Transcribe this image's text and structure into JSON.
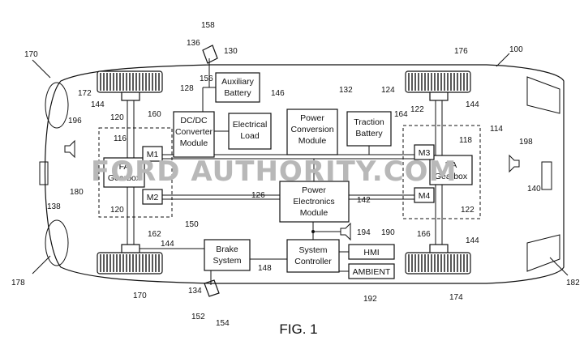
{
  "figure_label": "FIG. 1",
  "watermark": "FORD AUTHORITY.COM",
  "blocks": {
    "aux_battery": [
      "Auxiliary",
      "Battery"
    ],
    "dcdc": [
      "DC/DC",
      "Converter",
      "Module"
    ],
    "electrical_load": [
      "Electrical",
      "Load"
    ],
    "power_conversion": [
      "Power",
      "Conversion",
      "Module"
    ],
    "traction_battery": [
      "Traction",
      "Battery"
    ],
    "pem": [
      "Power",
      "Electronics",
      "Module"
    ],
    "brake": [
      "Brake",
      "System"
    ],
    "system_controller": [
      "System",
      "Controller"
    ],
    "hmi": "HMI",
    "ambient": "AMBIENT",
    "m1": "M1",
    "m2": "M2",
    "m3": "M3",
    "m4": "M4",
    "fa_gearbox": [
      "FA",
      "Gearbox"
    ],
    "ra_gearbox": [
      "RA",
      "Gearbox"
    ]
  },
  "refs": {
    "r100": "100",
    "r114": "114",
    "r116": "116",
    "r118": "118",
    "r120a": "120",
    "r120b": "120",
    "r122a": "122",
    "r122b": "122",
    "r124": "124",
    "r126": "126",
    "r128": "128",
    "r130": "130",
    "r132": "132",
    "r134": "134",
    "r136": "136",
    "r138": "138",
    "r140": "140",
    "r142": "142",
    "r144a": "144",
    "r144b": "144",
    "r144c": "144",
    "r144d": "144",
    "r146": "146",
    "r148": "148",
    "r150": "150",
    "r152": "152",
    "r154": "154",
    "r156": "156",
    "r158": "158",
    "r160": "160",
    "r162": "162",
    "r164": "164",
    "r166": "166",
    "r170a": "170",
    "r170b": "170",
    "r172": "172",
    "r174": "174",
    "r176": "176",
    "r178": "178",
    "r180": "180",
    "r182": "182",
    "r190": "190",
    "r192": "192",
    "r194": "194",
    "r196": "196",
    "r198": "198"
  }
}
